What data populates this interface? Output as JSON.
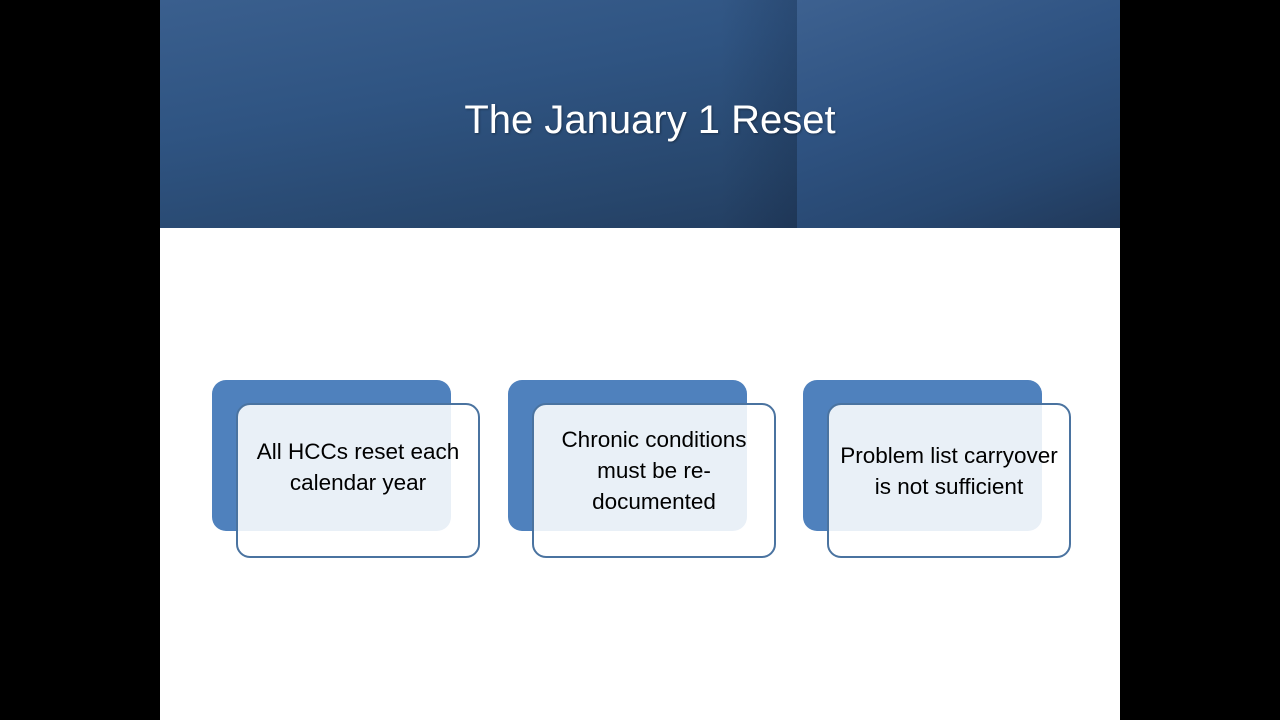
{
  "slide": {
    "title": "The January 1 Reset",
    "colors": {
      "header_dark": "#1f3656",
      "header_mid": "#2f5482",
      "card_back": "#4f81bd",
      "card_border": "#4a73a0",
      "card_front": "#ecf2f7"
    },
    "cards": [
      {
        "text": "All HCCs reset each calendar year"
      },
      {
        "text": "Chronic conditions must be re-documented"
      },
      {
        "text": "Problem list carryover is not sufficient"
      }
    ]
  }
}
